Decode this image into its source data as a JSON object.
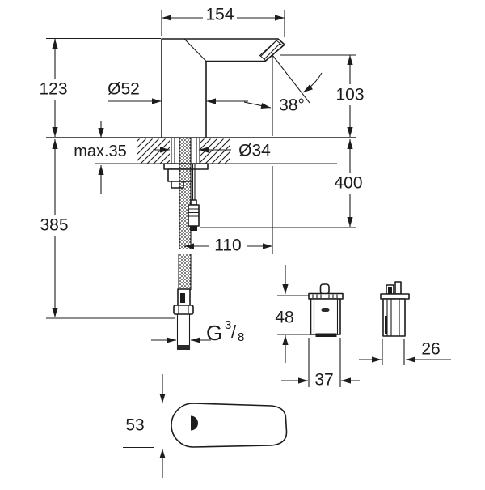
{
  "canvas": {
    "background": "#ffffff",
    "ink": "#1c1c1c"
  },
  "dimensions": {
    "spout_width": "154",
    "body_height": "123",
    "base_diameter": "Ø52",
    "spray_angle": "38°",
    "outlet_height": "103",
    "deck_thickness": "max.35",
    "hole_diameter": "Ø34",
    "depth_below_deck": "400",
    "hose_drop": "385",
    "spout_reach": "110",
    "box_height": "48",
    "box_width": "37",
    "box_depth": "26",
    "top_view_depth": "53",
    "thread": {
      "prefix": "G",
      "numerator": "3",
      "slash": "/",
      "denominator": "8"
    }
  }
}
